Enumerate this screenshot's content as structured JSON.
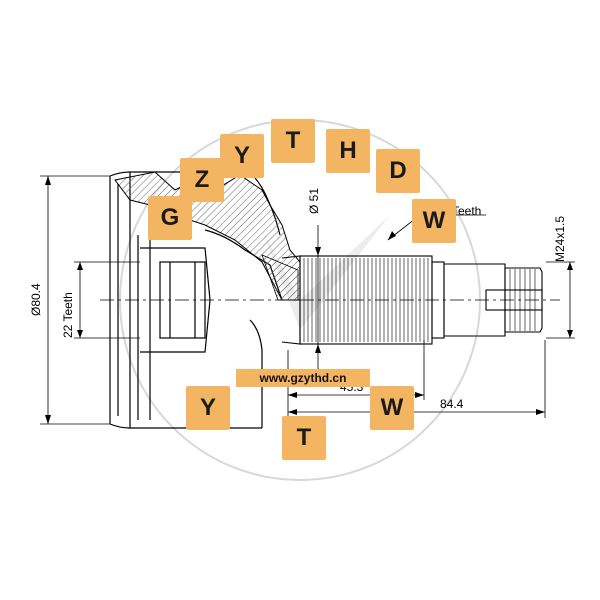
{
  "dimensions": {
    "outer_diameter": "Ø80.4",
    "inner_teeth": "22 Teeth",
    "seal_diameter": "Ø 51",
    "outer_teeth": "Teeth",
    "thread": "M24x1.5",
    "length_short": "45.3",
    "length_long": "84.4"
  },
  "watermark": {
    "arc_letters": [
      "G",
      "Z",
      "Y",
      "T",
      "H",
      "D",
      "W"
    ],
    "bottom_letters": [
      "Y",
      "T",
      "W"
    ],
    "url": "www.gzythd.cn",
    "badge_color": "#f4b562"
  },
  "colors": {
    "line": "#000000",
    "badge": "#f4b562"
  }
}
